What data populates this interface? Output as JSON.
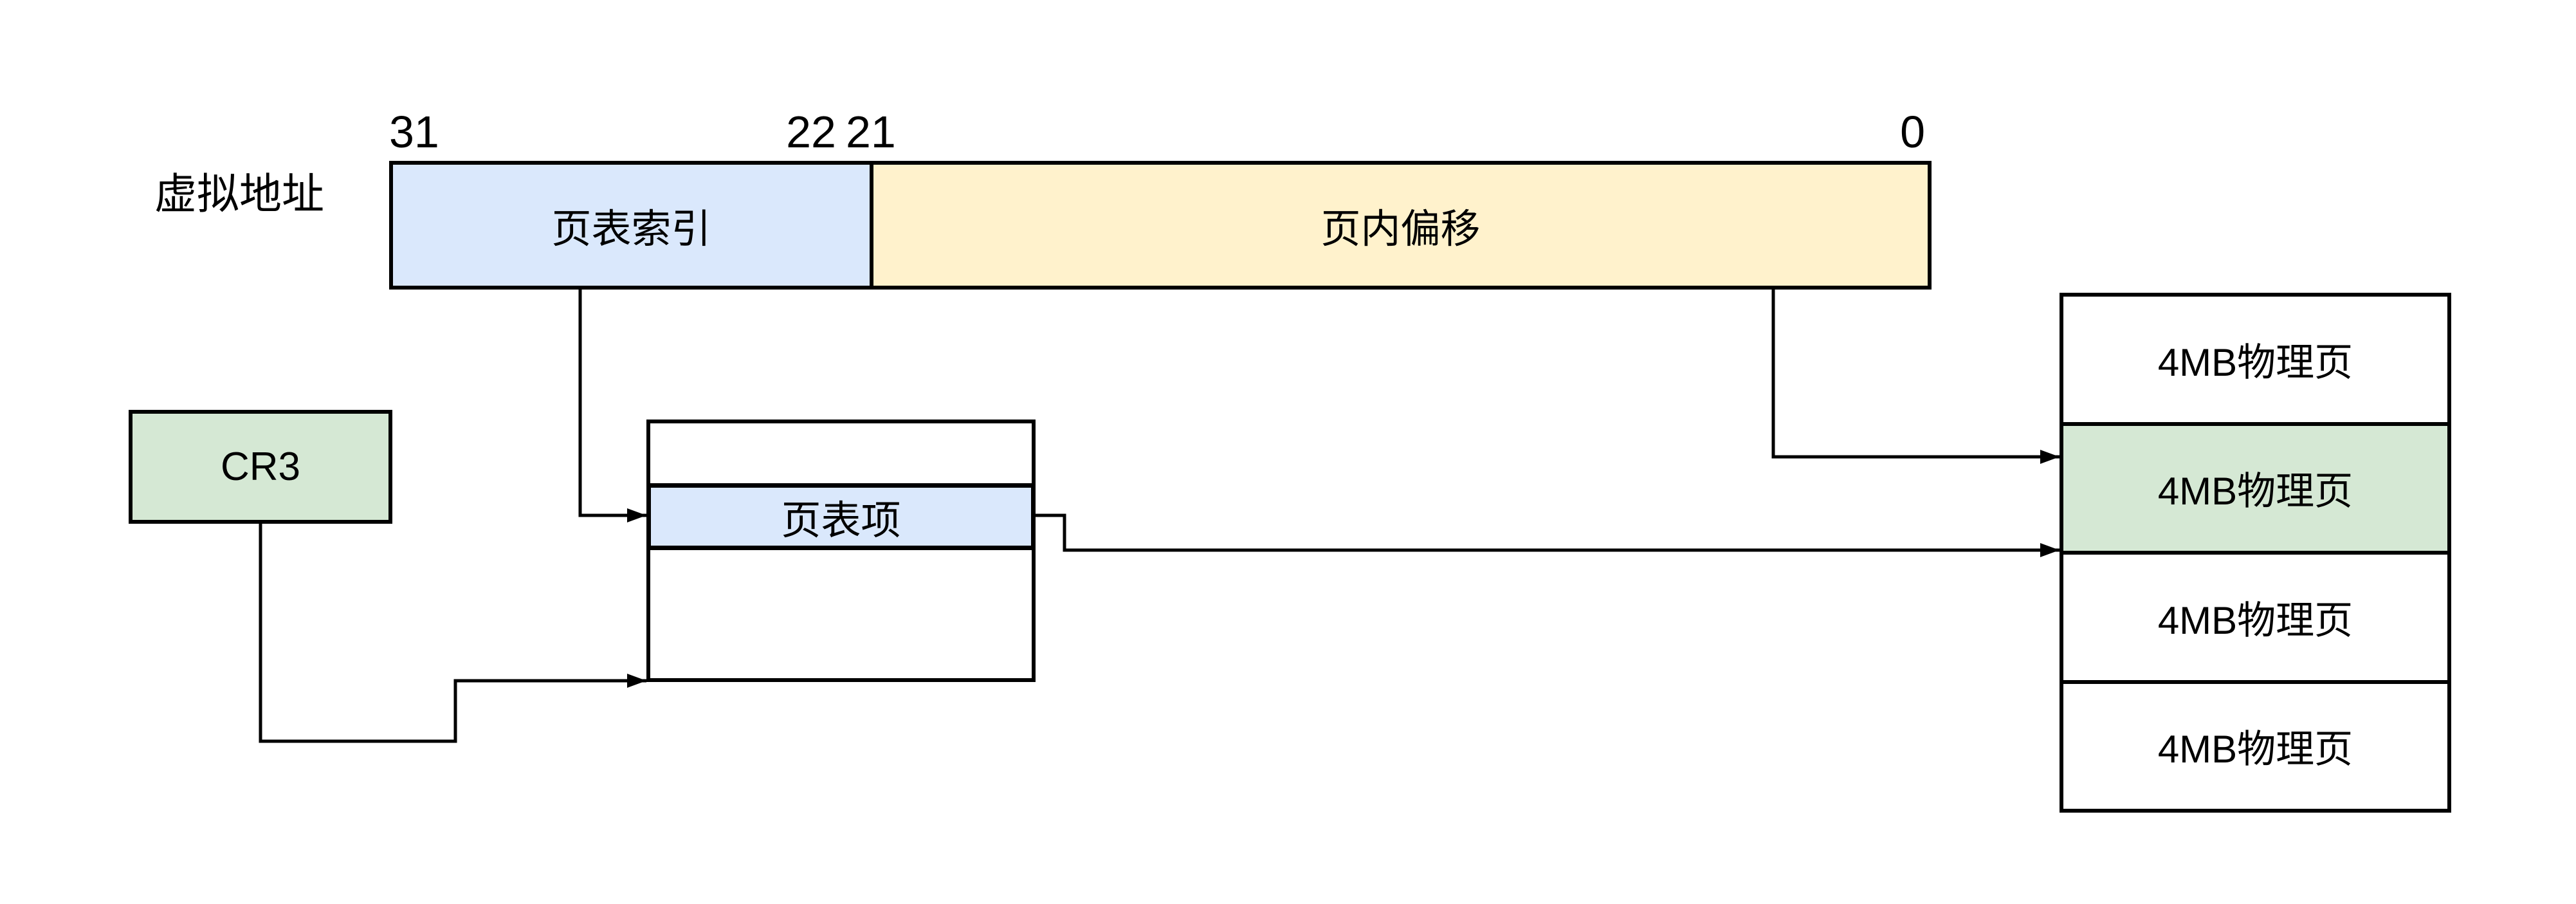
{
  "virtual_address": {
    "label": "虚拟地址",
    "bit_labels": [
      "31",
      "22",
      "21",
      "0"
    ],
    "fields": [
      {
        "label": "页表索引",
        "bits": "31-22"
      },
      {
        "label": "页内偏移",
        "bits": "21-0"
      }
    ]
  },
  "cr3": {
    "label": "CR3"
  },
  "page_table": {
    "entry_label": "页表项"
  },
  "physical_memory": {
    "pages": [
      {
        "label": "4MB物理页",
        "highlighted": false
      },
      {
        "label": "4MB物理页",
        "highlighted": true
      },
      {
        "label": "4MB物理页",
        "highlighted": false
      },
      {
        "label": "4MB物理页",
        "highlighted": false
      }
    ]
  },
  "colors": {
    "index_field": "#dae8fc",
    "offset_field": "#fff2cc",
    "cr3_box": "#d5e8d4",
    "entry_row": "#dae8fc",
    "page_highlight": "#d5e8d4",
    "page_default": "#ffffff",
    "stroke": "#000000"
  }
}
